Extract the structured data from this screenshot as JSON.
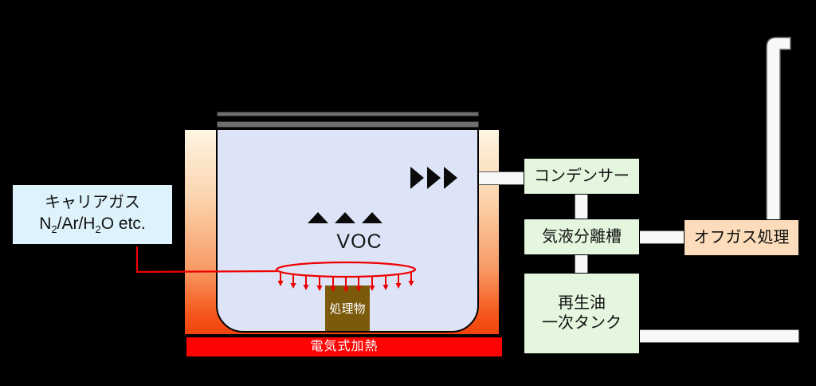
{
  "diagram": {
    "description": "VOC thermal treatment process flow diagram",
    "carrier_gas": {
      "line1": "キャリアガス",
      "line2_base1": "N",
      "line2_sub1": "2",
      "line2_mid": "/Ar/H",
      "line2_sub2": "2",
      "line2_tail": "O etc."
    },
    "vessel": {
      "voc_label": "VOC",
      "material_label": "処理物",
      "heater_label": "電気式加熱"
    },
    "process_boxes": {
      "condenser": "コンデンサー",
      "separator": "気液分離槽",
      "tank_line1": "再生油",
      "tank_line2": "一次タンク",
      "offgas": "オフガス処理"
    },
    "icons": {
      "vapor_up_triangle": "▲",
      "flow_right_triangle": "▶"
    },
    "colors": {
      "background": "#000000",
      "vessel_interior": "#dee4f8",
      "furnace_wall_top": "#fdf6e3",
      "furnace_wall_bottom": "#f2430d",
      "heater_red": "#fd0303",
      "flow_line_red": "#ee0000",
      "box_green": "#e4f6de",
      "box_peach": "#fcdcba",
      "box_blue": "#def2fb",
      "pipe_white": "#f8f8f8",
      "material_brown": "#7b5a0c",
      "lid_gray": "#6f6f6f"
    }
  }
}
